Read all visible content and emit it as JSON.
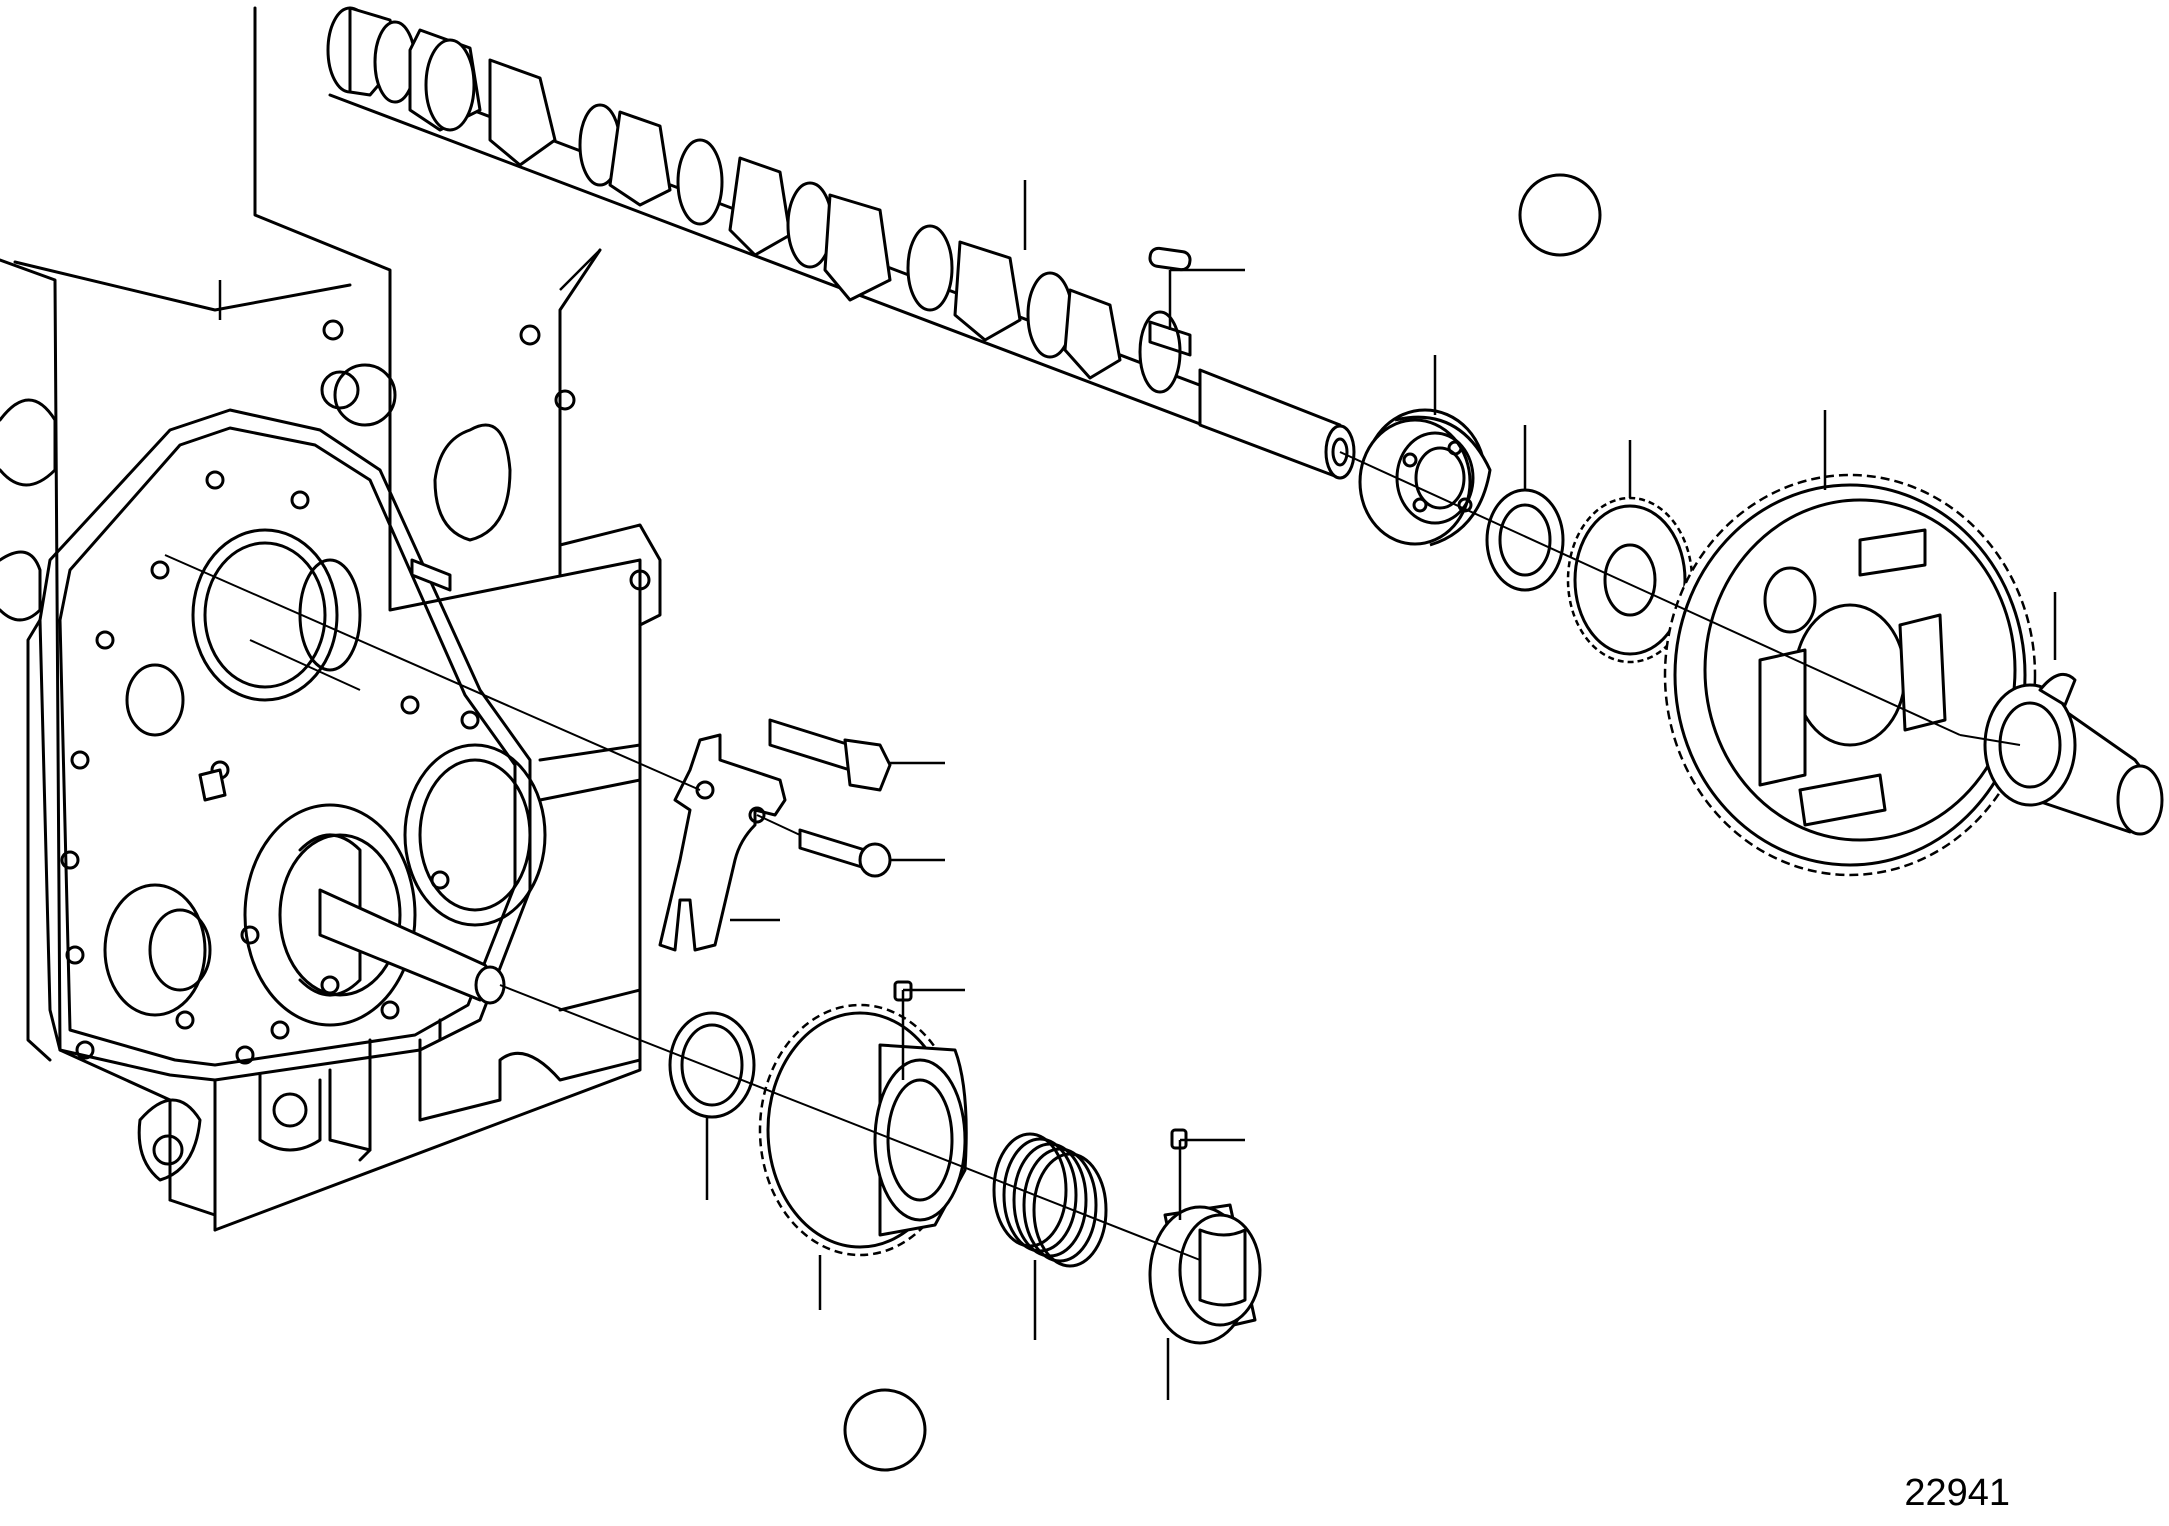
{
  "drawing": {
    "number": "22941"
  },
  "assemblies": {
    "upper": "camshaft-gear-train",
    "lower": "crankshaft-gear-train"
  },
  "icons": {
    "reference_circle_upper": "ref-circle",
    "reference_circle_lower": "ref-circle"
  }
}
